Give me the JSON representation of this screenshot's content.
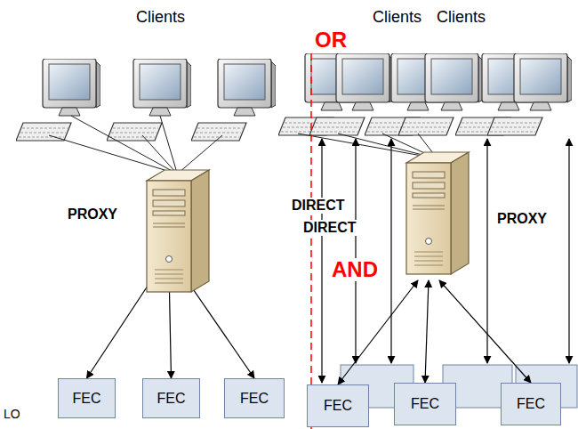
{
  "diagram": {
    "nodes": [
      {
        "text": [
          "PROXY"
        ]
      },
      {
        "text": [
          "FEC"
        ]
      },
      {
        "text": [
          "FEC"
        ]
      },
      {
        "text": [
          "FEC"
        ]
      },
      {
        "text": [
          "PROXY"
        ]
      },
      {
        "text": [
          "FEC"
        ]
      },
      {
        "text": [
          "FEC"
        ]
      },
      {
        "text": [
          "FEC"
        ]
      }
    ],
    "edges": [
      {
        "from": 0,
        "to": 1,
        "arrow": "both"
      },
      {
        "from": 0,
        "to": 2,
        "arrow": "both"
      },
      {
        "from": 0,
        "to": 3,
        "arrow": "both"
      },
      {
        "from": 4,
        "to": 5,
        "arrow": "both"
      },
      {
        "from": 4,
        "to": 6,
        "arrow": "both"
      },
      {
        "from": 4,
        "to": 7,
        "arrow": "both"
      }
    ],
    "labels": [
      "Clients",
      "Clients",
      "Clients",
      "OR",
      "DIRECT",
      "DIRECT",
      "AND",
      "LO"
    ]
  }
}
